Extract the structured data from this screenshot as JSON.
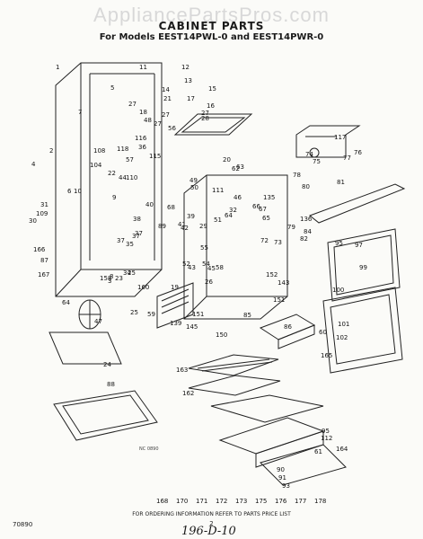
{
  "watermark": "AppliancePartsPros.com",
  "title": "CABINET PARTS",
  "subtitle": "For Models EEST14PWL-0 and EEST14PWR-0",
  "footer": {
    "order_note": "FOR ORDERING INFORMATION REFER TO PARTS PRICE LIST",
    "page_number": "2",
    "doc_code": "70890",
    "handwritten": "196-D-10",
    "small_note": "NC 0890"
  },
  "callouts": [
    "1",
    "2",
    "3",
    "4",
    "5",
    "6",
    "7",
    "8",
    "9",
    "10",
    "11",
    "12",
    "13",
    "14",
    "15",
    "16",
    "17",
    "18",
    "19",
    "20",
    "21",
    "22",
    "23",
    "24",
    "25",
    "25",
    "26",
    "27",
    "27",
    "27",
    "27",
    "28",
    "29",
    "30",
    "31",
    "32",
    "34",
    "35",
    "36",
    "37",
    "37",
    "37",
    "38",
    "39",
    "40",
    "41",
    "42",
    "43",
    "44",
    "45",
    "46",
    "47",
    "48",
    "49",
    "50",
    "51",
    "52",
    "54",
    "55",
    "56",
    "57",
    "58",
    "59",
    "60",
    "61",
    "62",
    "63",
    "64",
    "64",
    "65",
    "66",
    "67",
    "68",
    "72",
    "73",
    "74",
    "75",
    "76",
    "77",
    "78",
    "79",
    "80",
    "81",
    "82",
    "84",
    "85",
    "86",
    "87",
    "88",
    "89",
    "90",
    "91",
    "93",
    "95",
    "95",
    "97",
    "99",
    "100",
    "101",
    "102",
    "104",
    "108",
    "109",
    "110",
    "111",
    "112",
    "115",
    "116",
    "117",
    "118",
    "135",
    "136",
    "139",
    "143",
    "145",
    "150",
    "151",
    "151",
    "152",
    "158",
    "160",
    "162",
    "163",
    "164",
    "165",
    "166",
    "167",
    "168",
    "170",
    "171",
    "172",
    "173",
    "175",
    "176",
    "177",
    "178"
  ]
}
